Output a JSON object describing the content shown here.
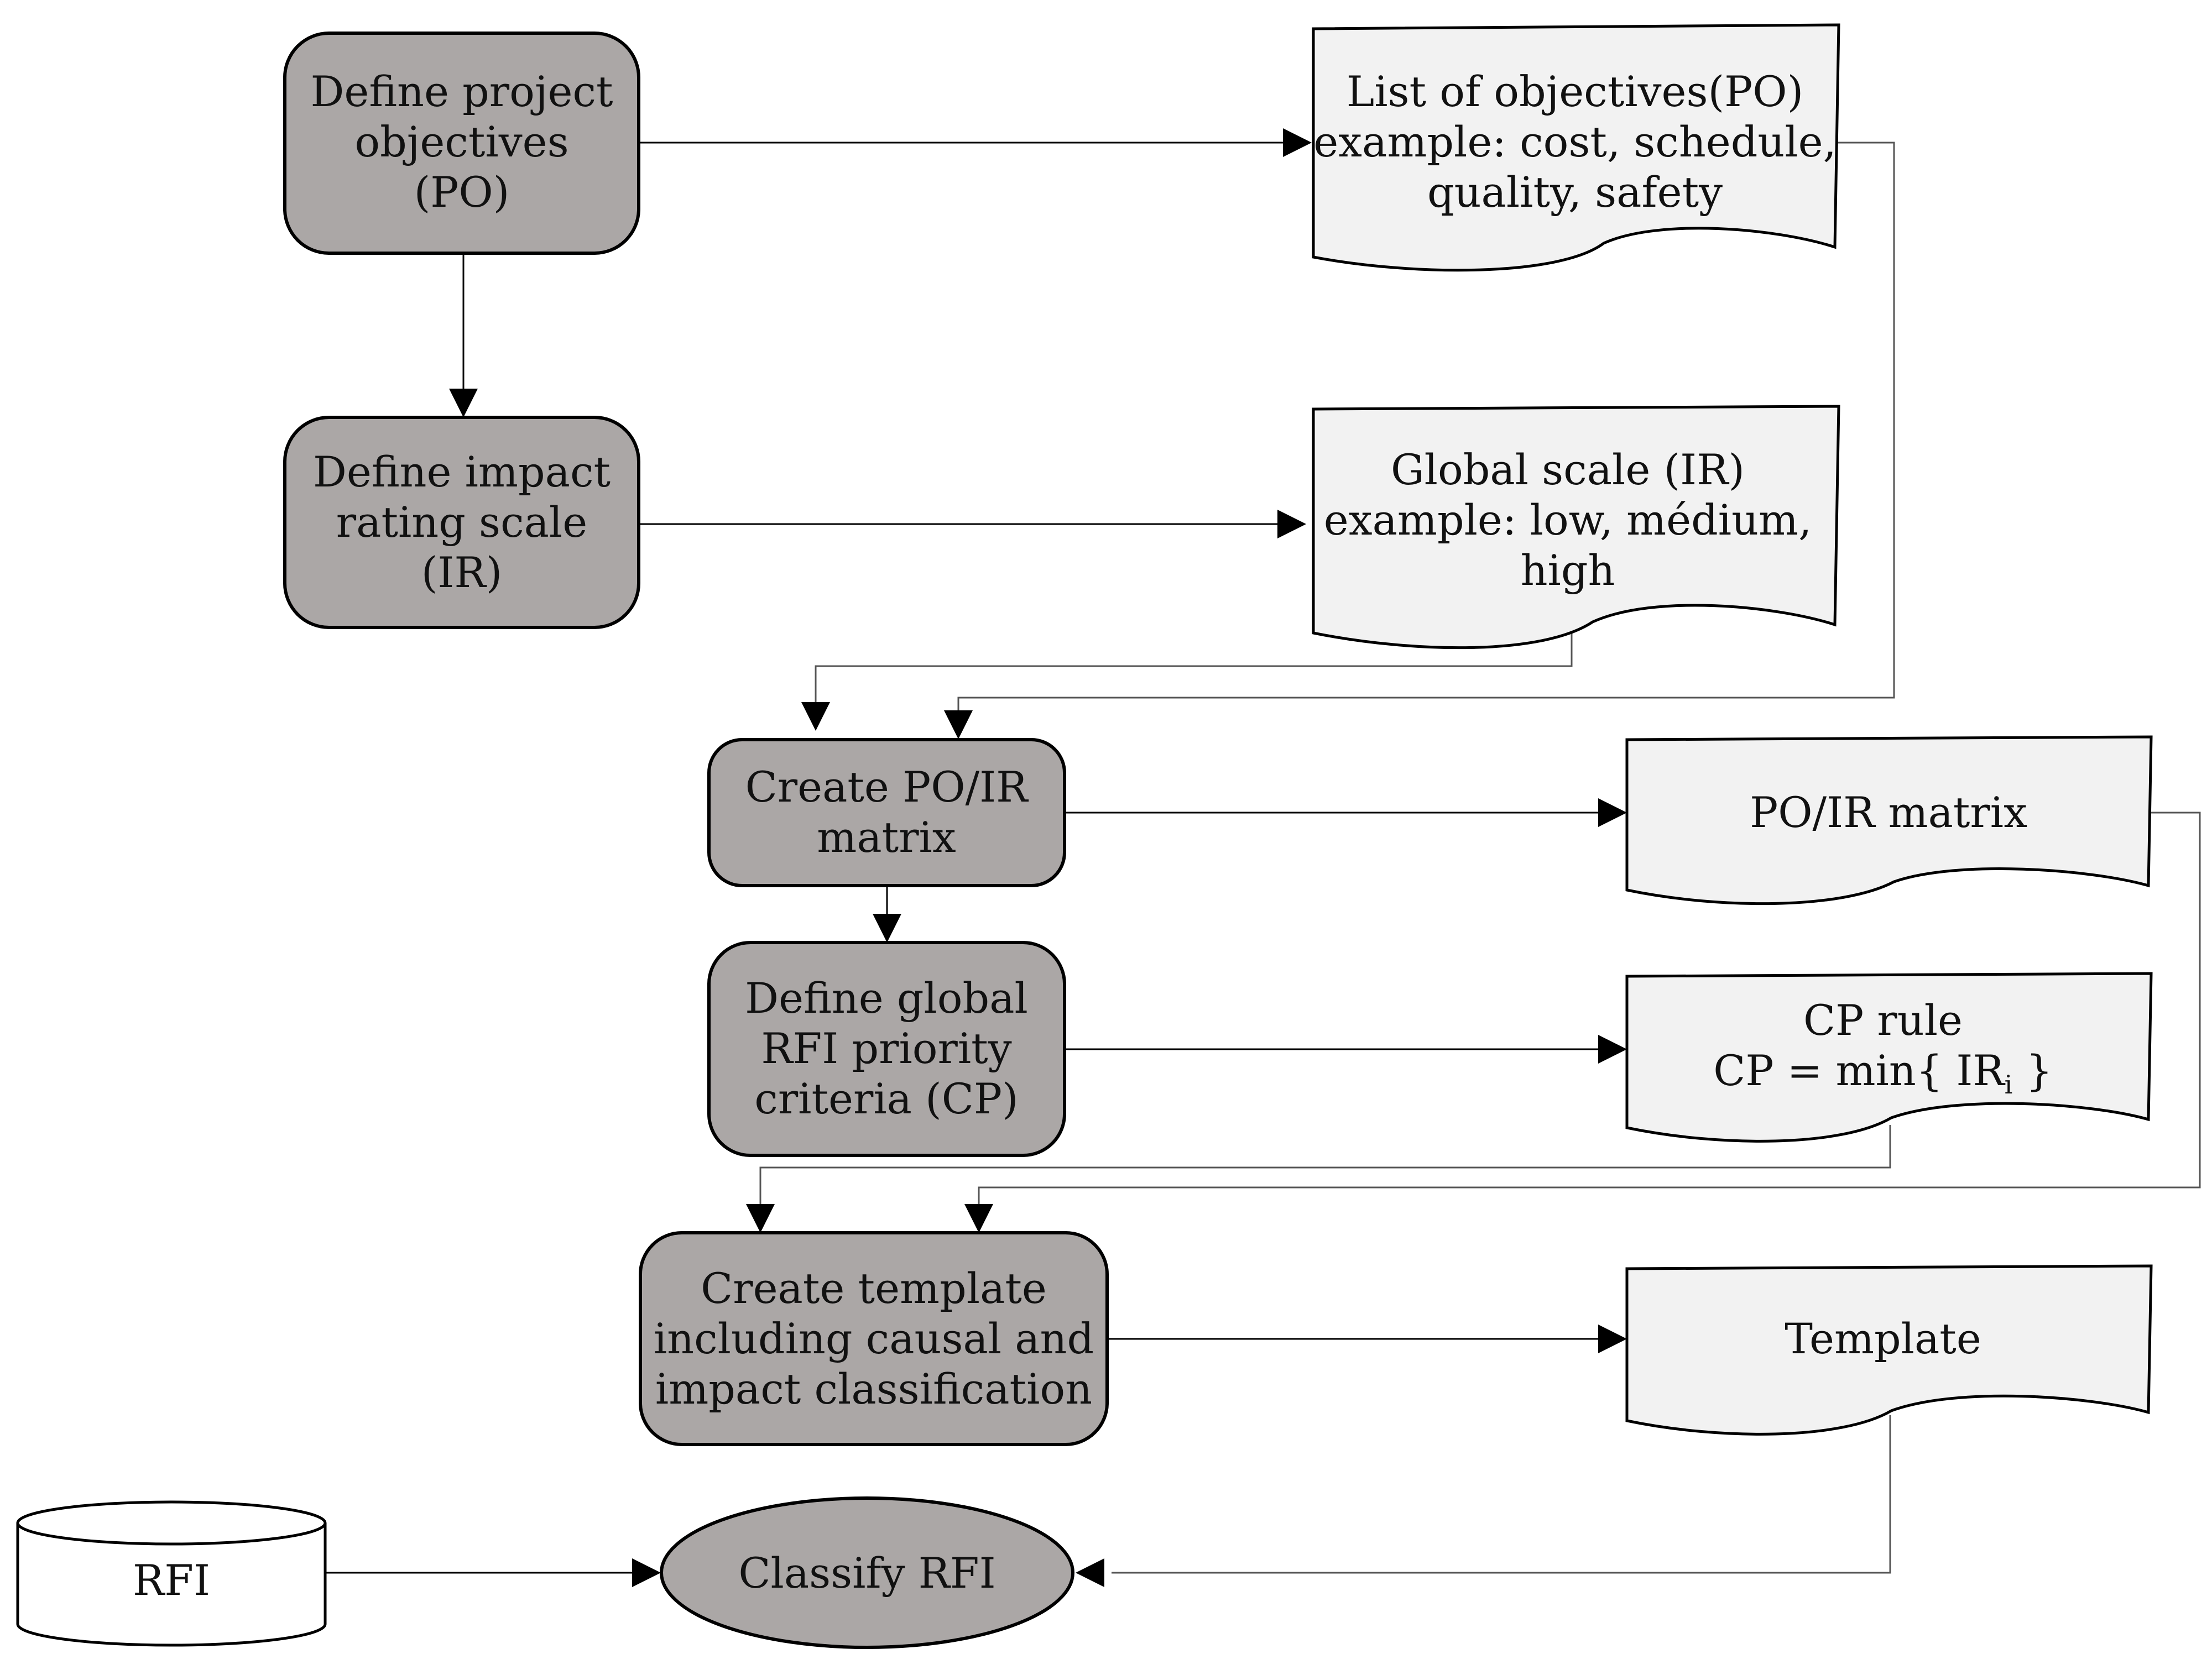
{
  "nodes": {
    "define_po": [
      "Define project",
      "objectives",
      "(PO)"
    ],
    "define_ir": [
      "Define impact",
      "rating scale",
      "(IR)"
    ],
    "create_matrix": [
      "Create PO/IR",
      "matrix"
    ],
    "define_cp": [
      "Define global",
      "RFI priority",
      "criteria (CP)"
    ],
    "create_template": [
      "Create template",
      "including causal and",
      "impact classification"
    ],
    "classify_rfi": "Classify RFI",
    "rfi_db": "RFI"
  },
  "documents": {
    "po_list": [
      "List of objectives(PO)",
      "example: cost, schedule,",
      "quality, safety"
    ],
    "ir_scale": [
      "Global scale (IR)",
      "example: low, médium,",
      "high"
    ],
    "po_ir_matrix": "PO/IR matrix",
    "cp_rule": {
      "line1": "CP rule",
      "line2_prefix": "CP = min{ IR",
      "line2_subscript": "i",
      "line2_suffix": " }"
    },
    "template": "Template"
  }
}
